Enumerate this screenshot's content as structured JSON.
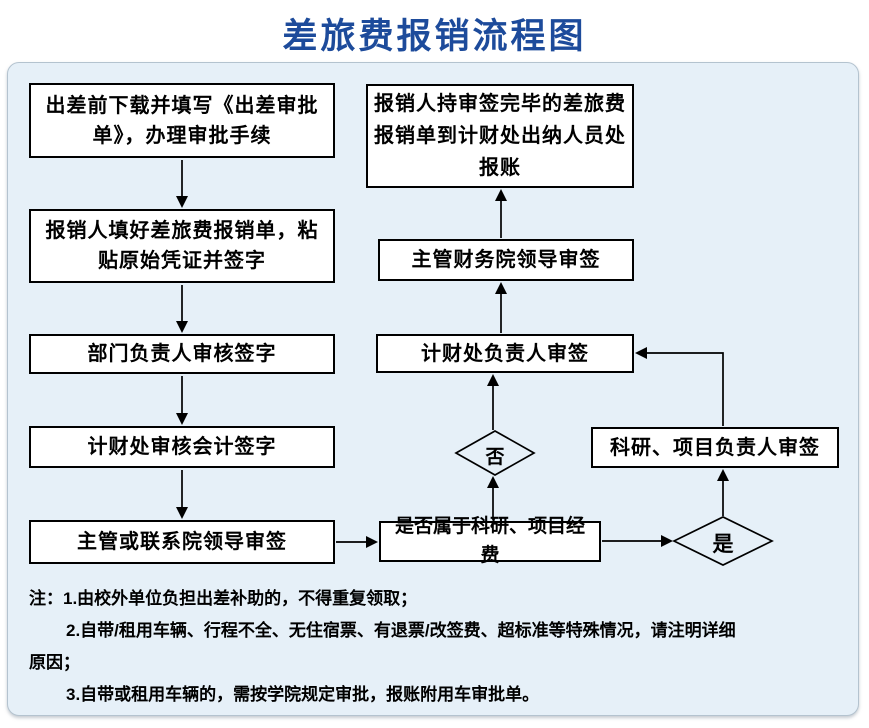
{
  "title": "差旅费报销流程图",
  "nodes": {
    "download_form": "出差前下载并填写《出差审批单》，办理审批手续",
    "fill_form": "报销人填好差旅费报销单，粘贴原始凭证并签字",
    "dept_head_sign": "部门负责人审核签字",
    "finance_accountant_sign": "计财处审核会计签字",
    "dean_sign": "主管或联系院领导审签",
    "cashier_reimburse": "报销人持审签完毕的差旅费报销单到计财处出纳人员处报账",
    "finance_dean_sign": "主管财务院领导审签",
    "finance_head_sign": "计财处负责人审签",
    "project_leader_sign": "科研、项目负责人审签",
    "is_project_fund": "是否属于科研、项目经费",
    "decision_no": "否",
    "decision_yes": "是"
  },
  "notes": {
    "line1": "注：1.由校外单位负担出差补助的，不得重复领取；",
    "line2": "2.自带/租用车辆、行程不全、无住宿票、有退票/改签费、超标准等特殊情况，请注明详细",
    "line3": "原因；",
    "line4": "3.自带或租用车辆的，需按学院规定审批，报账附用车审批单。"
  },
  "colors": {
    "title_text": "#1d4b9b",
    "panel_background": "#e6f0f8",
    "panel_border": "#b4c3cf",
    "box_background": "#ffffff",
    "box_border": "#000000",
    "connector": "#000000"
  }
}
